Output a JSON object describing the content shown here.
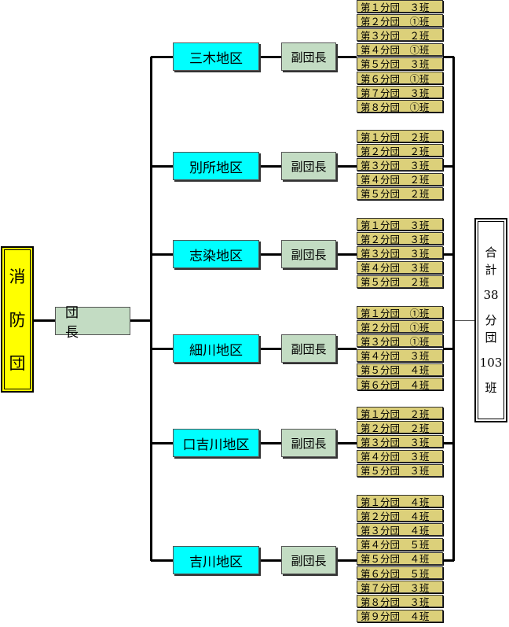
{
  "root": {
    "chars": [
      "消",
      "防",
      "団"
    ]
  },
  "chief": {
    "label": "団　長"
  },
  "vice_label": "副団長",
  "districts": [
    {
      "name": "三木地区",
      "units": [
        "第１分団　３班",
        "第２分団　①班",
        "第３分団　２班",
        "第４分団　①班",
        "第５分団　３班",
        "第６分団　①班",
        "第７分団　３班",
        "第８分団　①班"
      ]
    },
    {
      "name": "別所地区",
      "units": [
        "第１分団　２班",
        "第２分団　２班",
        "第３分団　３班",
        "第４分団　２班",
        "第５分団　２班"
      ]
    },
    {
      "name": "志染地区",
      "units": [
        "第１分団　３班",
        "第２分団　３班",
        "第３分団　３班",
        "第４分団　３班",
        "第５分団　２班"
      ]
    },
    {
      "name": "細川地区",
      "units": [
        "第１分団　①班",
        "第２分団　①班",
        "第３分団　①班",
        "第４分団　３班",
        "第５分団　４班",
        "第６分団　４班"
      ]
    },
    {
      "name": "口吉川地区",
      "units": [
        "第１分団　２班",
        "第２分団　２班",
        "第３分団　３班",
        "第４分団　３班",
        "第５分団　３班"
      ]
    },
    {
      "name": "吉川地区",
      "units": [
        "第１分団　４班",
        "第２分団　４班",
        "第３分団　４班",
        "第４分団　５班",
        "第５分団　４班",
        "第６分団　５班",
        "第７分団　３班",
        "第８分団　３班",
        "第９分団　４班"
      ]
    }
  ],
  "total": {
    "lines": [
      "合",
      "計",
      "38",
      "分",
      "団",
      "103",
      "班"
    ]
  },
  "colors": {
    "root": "#ffff00",
    "district": "#00ffff",
    "officer": "#c3dcc3",
    "unit": "#dcd07a"
  }
}
